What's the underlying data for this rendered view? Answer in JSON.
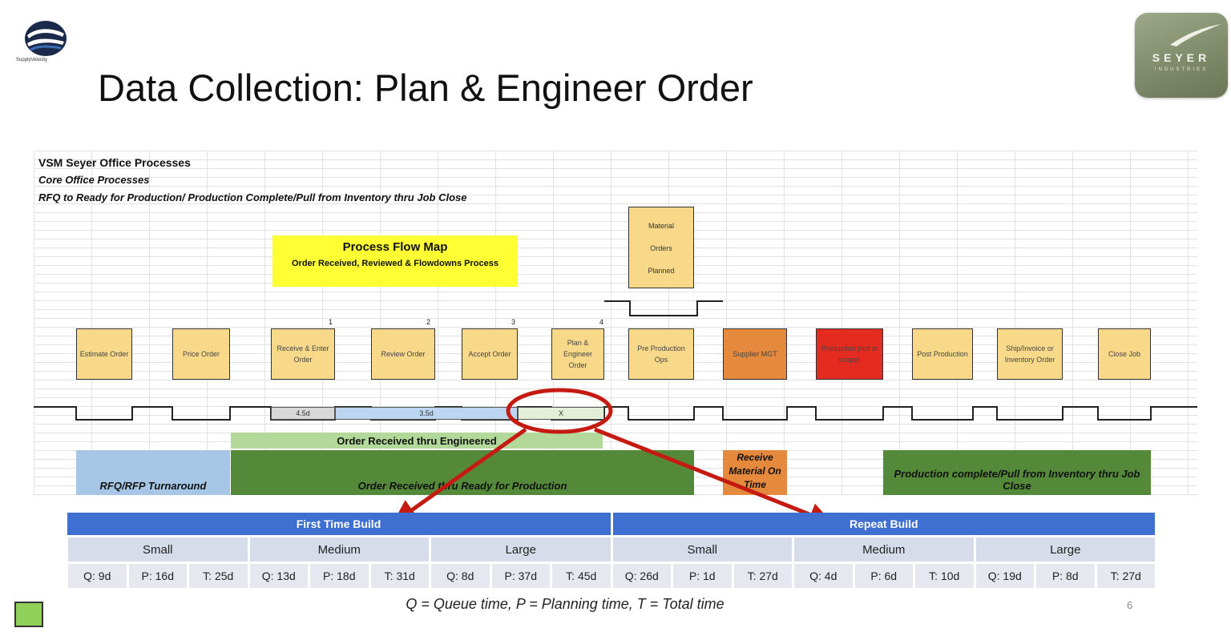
{
  "header": {
    "title": "Data Collection: Plan & Engineer Order",
    "left_logo_text": "SupplyVelocity",
    "right_logo_name": "SEYER",
    "right_logo_sub": "INDUSTRIES",
    "page_number": "6"
  },
  "sheet": {
    "line1": "VSM Seyer Office Processes",
    "line2": "Core Office Processes",
    "line3": "RFQ to Ready for Production/ Production Complete/Pull from Inventory thru Job Close",
    "process_flow_title": "Process Flow Map",
    "process_flow_sub": "Order Received, Reviewed & Flowdowns Process",
    "material_orders": [
      "Material",
      "Orders",
      "Planned"
    ],
    "steps": [
      {
        "label": "Estimate Order"
      },
      {
        "label": "Price Order"
      },
      {
        "label": "Receive & Enter Order",
        "num": "1"
      },
      {
        "label": "Review Order",
        "num": "2"
      },
      {
        "label": "Accept Order",
        "num": "3"
      },
      {
        "label": "Plan & Engineer Order",
        "num": "4"
      },
      {
        "label": "Pre Production Ops"
      },
      {
        "label": "Supplier MGT"
      },
      {
        "label": "Production (not in scope)"
      },
      {
        "label": "Post Production"
      },
      {
        "label": "Ship/Invoice or Inventory Order"
      },
      {
        "label": "Close Job"
      }
    ],
    "timeline": {
      "seg1": "4.5d",
      "seg2": "3.5d",
      "seg3": "X"
    },
    "bars": {
      "order_received_engineered": "Order Received thru Engineered",
      "rfq_turnaround": "RFQ/RFP Turnaround",
      "order_ready": "Order Received thru Ready for Production",
      "receive_material": "Receive Material On Time",
      "production_complete": "Production complete/Pull from Inventory thru Job Close"
    }
  },
  "table": {
    "groups": [
      "First Time Build",
      "Repeat Build"
    ],
    "sizes": [
      "Small",
      "Medium",
      "Large",
      "Small",
      "Medium",
      "Large"
    ],
    "values": [
      "Q: 9d",
      "P: 16d",
      "T: 25d",
      "Q: 13d",
      "P: 18d",
      "T: 31d",
      "Q: 8d",
      "P: 37d",
      "T: 45d",
      "Q: 26d",
      "P: 1d",
      "T: 27d",
      "Q: 4d",
      "P: 6d",
      "T: 10d",
      "Q: 19d",
      "P: 8d",
      "T: 27d"
    ]
  },
  "legend": "Q = Queue time, P = Planning time, T = Total time",
  "colors": {
    "table_header": "#3f6fd0",
    "process_box": "#f8d98a",
    "highlight_yellow": "#ffff33",
    "annotation_red": "#c41a12",
    "bar_green_dark": "#55893a",
    "bar_green_light": "#b2d89a",
    "bar_blue": "#a7c6e6",
    "bar_orange": "#e58a3d"
  }
}
